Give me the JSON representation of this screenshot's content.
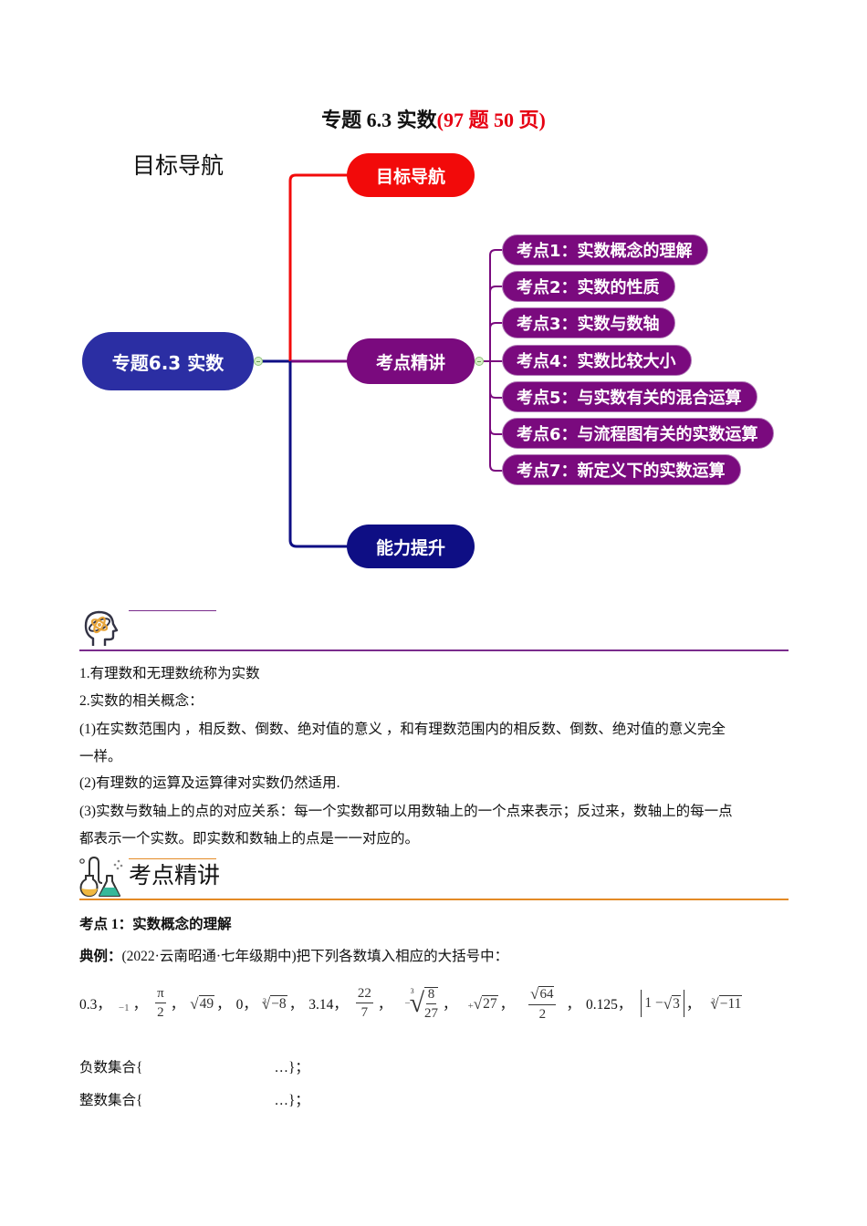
{
  "document": {
    "title_main": "专题 6.3  实数",
    "title_suffix": "(97 题 50 页)",
    "title_suffix_color": "#e60012"
  },
  "mindmap": {
    "section_label": "目标导航",
    "root": {
      "label": "专题6.3 实数",
      "color": "#2b2ea3"
    },
    "branches": [
      {
        "label": "目标导航",
        "color": "#f20a0a"
      },
      {
        "label": "考点精讲",
        "color": "#7a0a7e"
      },
      {
        "label": "能力提升",
        "color": "#0e0e84"
      }
    ],
    "subtopics": [
      "考点1：实数概念的理解",
      "考点2：实数的性质",
      "考点3：实数与数轴",
      "考点4：实数比较大小",
      "考点5：与实数有关的混合运算",
      "考点6：与流程图有关的实数运算",
      "考点7：新定义下的实数运算"
    ],
    "subtopic_color": "#7a0a7e"
  },
  "knowledge": {
    "icon": "brain-atom-icon",
    "accent_color": "#7a2c8c",
    "lines": [
      "1.有理数和无理数统称为实数",
      "2.实数的相关概念：",
      "(1)在实数范围内 ，相反数、倒数、绝对值的意义 ，和有理数范围内的相反数、倒数、绝对值的意义完全",
      "一样。",
      "(2)有理数的运算及运算律对实数仍然适用.",
      "(3)实数与数轴上的点的对应关系：每一个实数都可以用数轴上的一个点来表示；反过来，数轴上的每一点",
      "都表示一个实数。即实数和数轴上的点是一一对应的。"
    ]
  },
  "section2": {
    "icon": "lab-flask-icon",
    "title": "考点精讲",
    "accent_color": "#e48a25",
    "kp_title": "考点 1：实数概念的理解",
    "example_label": "典例：",
    "example_text": "(2022·云南昭通·七年级期中)把下列各数填入相应的大括号中：",
    "numbers": {
      "n1": "0.3，",
      "n2": "−1",
      "n3_num": "π",
      "n3_den": "2",
      "n4": "49",
      "n5": "0，",
      "n6_idx": "3",
      "n6": "−8",
      "n7": "3.14，",
      "n8_num": "22",
      "n8_den": "7",
      "n9_idx": "3",
      "n9_num": "8",
      "n9_den": "27",
      "n10": "27",
      "n11_num": "64",
      "n11_den": "2",
      "n12": "0.125，",
      "n13_a": "1 −",
      "n13_b": "3",
      "n14_idx": "3",
      "n14": "−11",
      "comma": "，"
    },
    "sets": [
      {
        "label": "负数集合{",
        "end": "…}；"
      },
      {
        "label": "整数集合{",
        "end": "…}；"
      }
    ]
  }
}
